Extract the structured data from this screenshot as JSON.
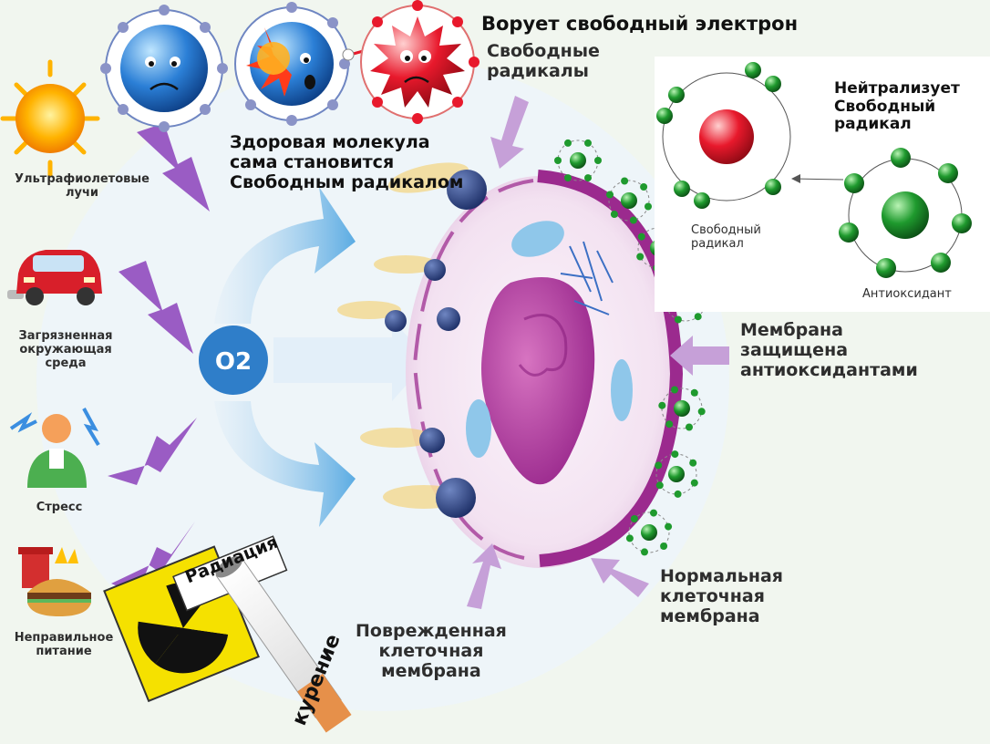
{
  "labels": {
    "steal_electron": "Ворует свободный электрон",
    "free_radicals_1": "Свободные",
    "free_radicals_2": "радикалы",
    "healthy_1": "Здоровая молекула",
    "healthy_2": "сама становится",
    "healthy_3": "Свободным радикалом",
    "neutralizes_1": "Нейтрализует",
    "neutralizes_2": "Свободный",
    "neutralizes_3": "радикал",
    "inset_radical_1": "Свободный",
    "inset_radical_2": "радикал",
    "inset_antioxidant": "Антиоксидант",
    "membrane_protected_1": "Мембрана",
    "membrane_protected_2": "защищена",
    "membrane_protected_3": "антиоксидантами",
    "normal_membrane_1": "Нормальная",
    "normal_membrane_2": "клеточная",
    "normal_membrane_3": "мембрана",
    "damaged_membrane_1": "Поврежденная",
    "damaged_membrane_2": "клеточная",
    "damaged_membrane_3": "мембрана",
    "o2": "O2",
    "radiation": "Радиация",
    "smoking": "курение"
  },
  "causes": {
    "uv_1": "Ультрафиолетовые",
    "uv_2": "лучи",
    "pollution_1": "Загрязненная",
    "pollution_2": "окружающая",
    "pollution_3": "среда",
    "stress": "Стресс",
    "nutrition_1": "Неправильное",
    "nutrition_2": "питание"
  },
  "colors": {
    "membrane": "#9b2a8e",
    "nucleus": "#b0328f",
    "radical": "#e8192c",
    "antioxidant": "#1f9a2e",
    "molecule": "#2b7fd6",
    "arrow_purple": "#9a5cc4",
    "o2_circle": "#2f7ec9",
    "radiation_yellow": "#f5e100"
  }
}
